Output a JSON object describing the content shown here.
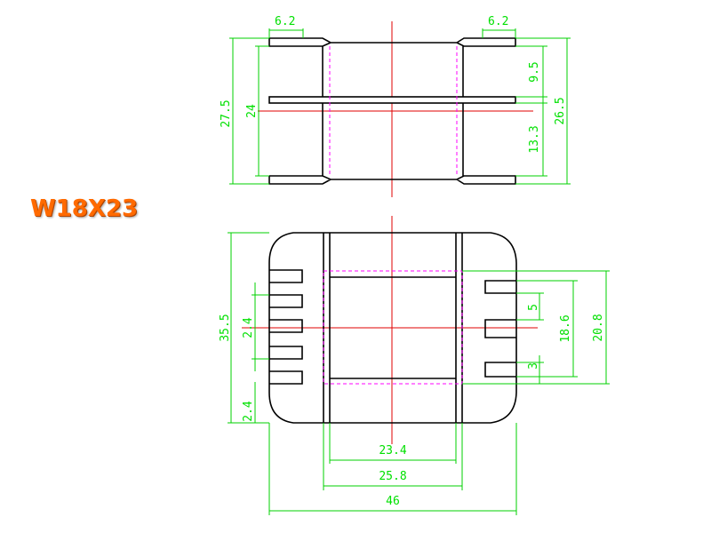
{
  "title": "W18X23",
  "colors": {
    "title": "#ff6a00",
    "dimension": "#00d000",
    "centerline": "#e00000",
    "hidden": "#ff00ff",
    "outline": "#000000"
  },
  "top_view": {
    "dims": {
      "flange_left": "6.2",
      "flange_right": "6.2",
      "overall_height": "27.5",
      "inner_height": "24",
      "upper_slot": "9.5",
      "lower_slot": "13.3",
      "right_height": "26.5"
    }
  },
  "bottom_view": {
    "dims": {
      "height": "35.5",
      "pin_pitch": "2.4",
      "pin_bottom": "2.4",
      "slot_5": "5",
      "slot_3": "3",
      "inner_18_6": "18.6",
      "outer_20_8": "20.8",
      "width_23_4": "23.4",
      "width_25_8": "25.8",
      "width_46": "46"
    }
  }
}
